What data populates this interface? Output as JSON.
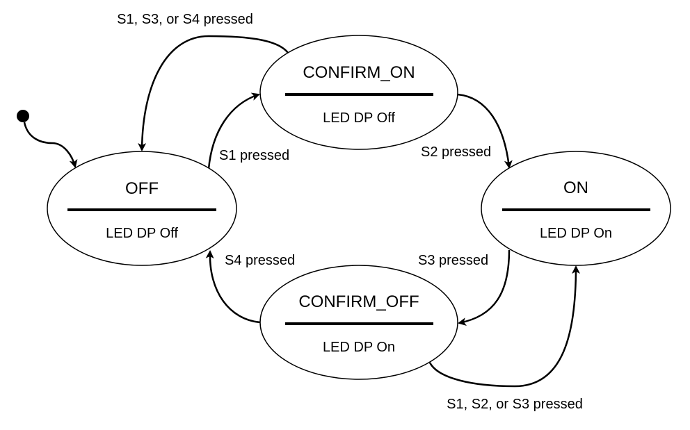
{
  "diagram": {
    "states": {
      "off": {
        "name": "OFF",
        "action": "LED DP Off"
      },
      "confirm_on": {
        "name": "CONFIRM_ON",
        "action": "LED DP Off"
      },
      "on": {
        "name": "ON",
        "action": "LED DP On"
      },
      "confirm_off": {
        "name": "CONFIRM_OFF",
        "action": "LED DP On"
      }
    },
    "transitions": {
      "confirm_on_to_off": "S1, S3, or S4 pressed",
      "off_to_confirm_on": "S1 pressed",
      "confirm_on_to_on": "S2 pressed",
      "on_to_confirm_off": "S3 pressed",
      "confirm_off_to_off": "S4 pressed",
      "confirm_off_to_on": "S1, S2, or S3 pressed"
    }
  }
}
